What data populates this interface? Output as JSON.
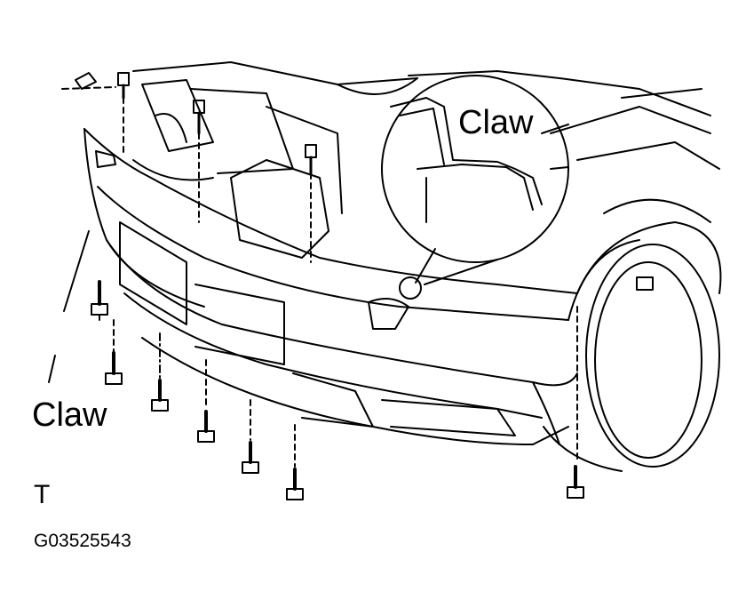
{
  "labels": {
    "claw_left": "Claw",
    "claw_inset": "Claw",
    "corner_mark": "T",
    "figure_code": "G03525543"
  },
  "colors": {
    "line": "#000000",
    "background": "#ffffff"
  }
}
